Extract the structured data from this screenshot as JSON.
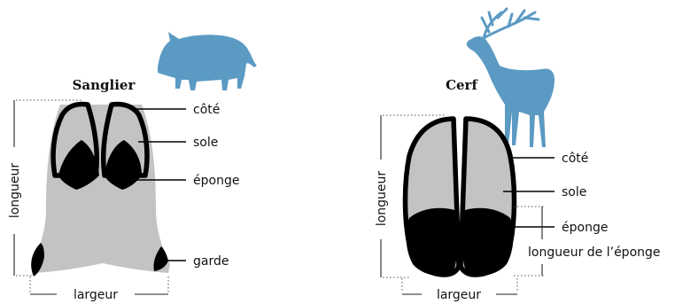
{
  "colors": {
    "animal": "#5b9ac3",
    "sole": "#c3c3c3",
    "outline": "#000000"
  },
  "boar": {
    "title": "Sanglier",
    "icon": "boar-silhouette-icon",
    "labels": {
      "cote": "côté",
      "sole": "sole",
      "eponge": "éponge",
      "garde": "garde",
      "longueur": "longueur",
      "largeur": "largeur"
    }
  },
  "deer": {
    "title": "Cerf",
    "icon": "deer-silhouette-icon",
    "labels": {
      "cote": "côté",
      "sole": "sole",
      "eponge": "éponge",
      "longueur_eponge": "longueur de l’éponge",
      "longueur": "longueur",
      "largeur": "largeur"
    }
  }
}
